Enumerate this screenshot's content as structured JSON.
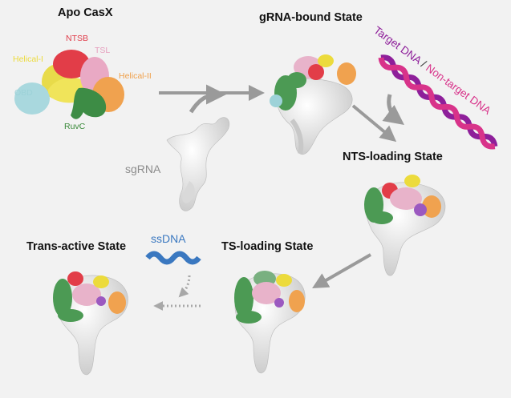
{
  "states": {
    "apo": "Apo CasX",
    "grna_bound": "gRNA-bound State",
    "nts_loading": "NTS-loading State",
    "ts_loading": "TS-loading State",
    "trans_active": "Trans-active State"
  },
  "domains": {
    "ntsb": {
      "label": "NTSB",
      "color": "#e03c4a"
    },
    "tsl": {
      "label": "TSL",
      "color": "#e6a0bf"
    },
    "helical_i": {
      "label": "Helical-I",
      "color": "#ecdb3c"
    },
    "helical_ii": {
      "label": "Helical-II",
      "color": "#f0a04a"
    },
    "obd": {
      "label": "OBD",
      "color": "#9dd2d8"
    },
    "ruvc": {
      "label": "RuvC",
      "color": "#3a8a3a"
    }
  },
  "molecules": {
    "sgrna": "sgRNA",
    "target_dna": "Target DNA",
    "separator": "/",
    "non_target_dna": "Non-target DNA",
    "ssdna": "ssDNA"
  },
  "colors": {
    "sgrna_grey": "#8c8c8c",
    "target_dna": "#8e1f9a",
    "non_target_dna": "#d8338a",
    "ssdna": "#3a78c0",
    "arrow_grey": "#9a9a9a",
    "background": "#f2f2f2"
  }
}
